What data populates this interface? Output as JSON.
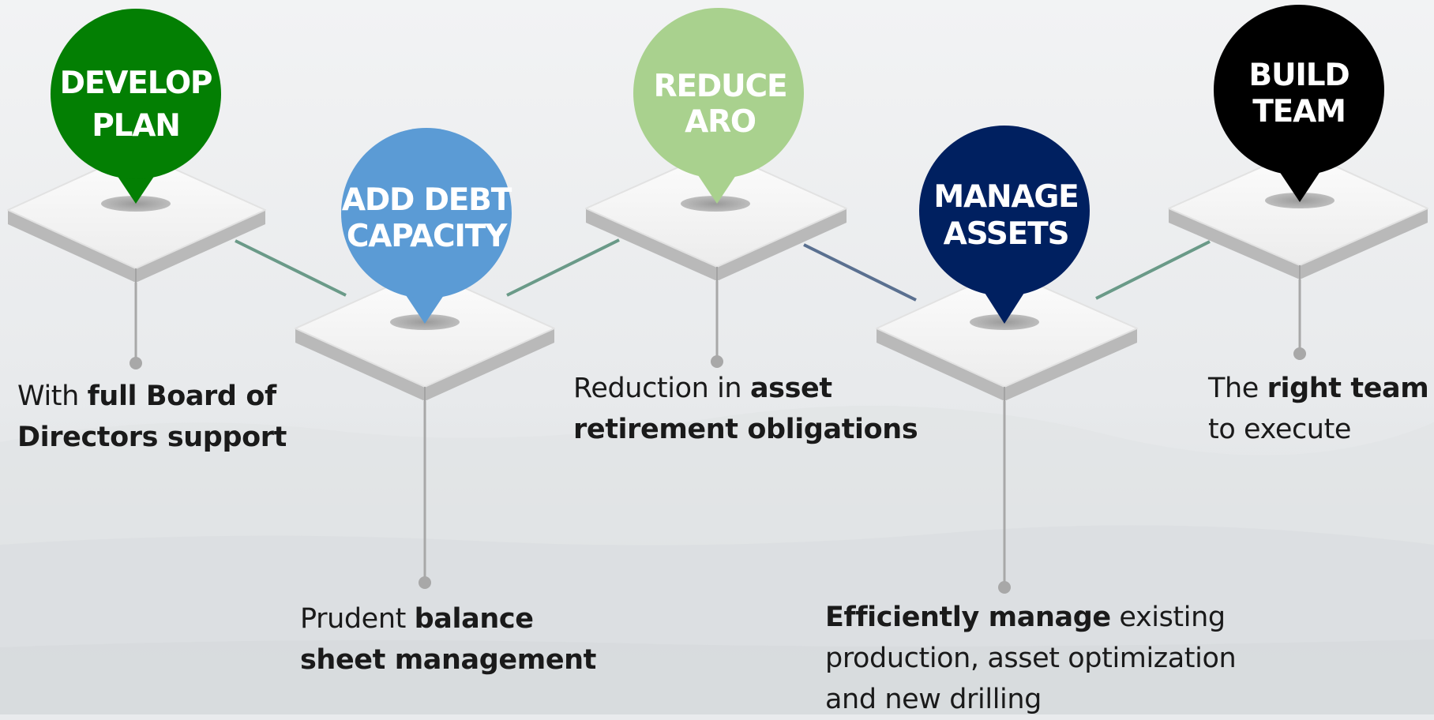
{
  "colors": {
    "develop": "#037f03",
    "debt": "#5b9bd5",
    "reduce": "#a9d18e",
    "manage": "#002060",
    "build": "#000000",
    "connector_green": "#6a9a88",
    "connector_blue": "#5a7090"
  },
  "steps": [
    {
      "id": "develop-plan",
      "pin": {
        "line1": "DEVELOP",
        "line2": "PLAN"
      },
      "caption": {
        "line1_plain": "With ",
        "line1_bold": "full Board of",
        "line2_bold": "Directors support",
        "line2_plain": ""
      }
    },
    {
      "id": "add-debt-capacity",
      "pin": {
        "line1": "ADD DEBT",
        "line2": "CAPACITY"
      },
      "caption": {
        "line1_plain": "Prudent ",
        "line1_bold": "balance",
        "line2_bold": "sheet management",
        "line2_plain": ""
      }
    },
    {
      "id": "reduce-aro",
      "pin": {
        "line1": "REDUCE",
        "line2": "ARO"
      },
      "caption": {
        "line1_plain": "Reduction in ",
        "line1_bold": "asset",
        "line2_bold": "retirement obligations",
        "line2_plain": ""
      }
    },
    {
      "id": "manage-assets",
      "pin": {
        "line1": "MANAGE",
        "line2": "ASSETS"
      },
      "caption": {
        "line1_bold": "Efficiently manage",
        "line1_plain": " existing",
        "line2": "production, asset optimization",
        "line3": "and new drilling"
      }
    },
    {
      "id": "build-team",
      "pin": {
        "line1": "BUILD",
        "line2": "TEAM"
      },
      "caption": {
        "line1_plain": "The ",
        "line1_bold": "right team",
        "line2_plain": "to execute"
      }
    }
  ]
}
